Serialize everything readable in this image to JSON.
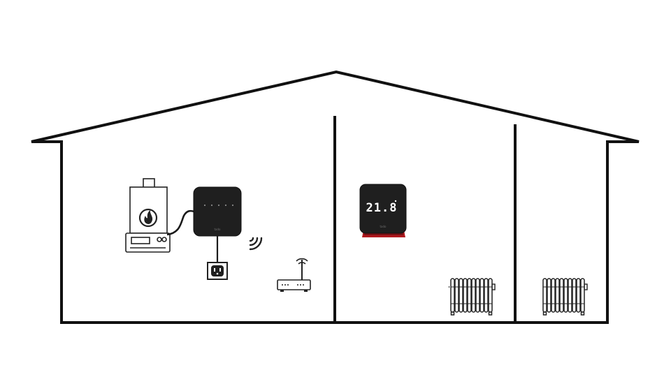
{
  "thermostat": {
    "display": "21.8",
    "brand_mark": "tado"
  },
  "bridge": {
    "brand_mark": "tado"
  },
  "colors": {
    "house_outline": "#111111",
    "device_body": "#1f1f1f",
    "device_screen_text": "#ffffff",
    "thermostat_stand": "#b0191e",
    "line_art": "#222222"
  },
  "icons": [
    "boiler-icon",
    "power-outlet-icon",
    "wifi-signal-icon",
    "router-icon",
    "radiator-icon"
  ]
}
